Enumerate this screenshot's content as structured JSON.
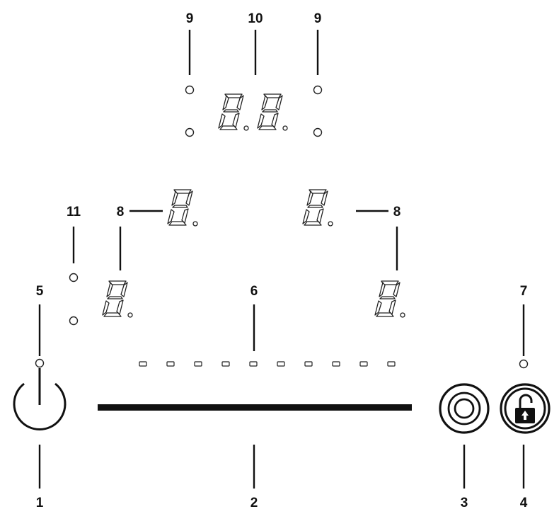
{
  "callouts": {
    "label_1": "1",
    "label_2": "2",
    "label_3": "3",
    "label_4": "4",
    "label_5": "5",
    "label_6": "6",
    "label_7": "7",
    "label_8_left": "8",
    "label_8_right": "8",
    "label_9_left": "9",
    "label_9_right": "9",
    "label_10": "10",
    "label_11": "11"
  },
  "power_level_indicator_count": 10,
  "icons": {
    "power": "power-icon",
    "zone_select": "concentric-circles-icon",
    "lock": "padlock-icon"
  }
}
